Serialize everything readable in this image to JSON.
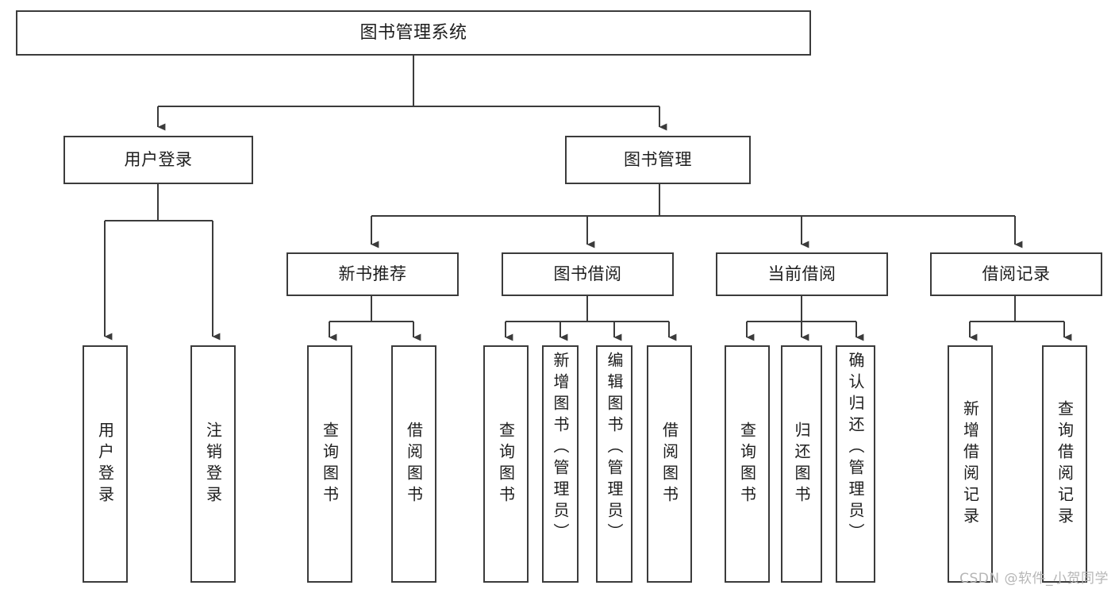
{
  "diagram": {
    "title": "图书管理系统",
    "type": "hierarchy-tree",
    "background_color": "#ffffff",
    "stroke_color": "#3b3b3b",
    "text_color": "#1d1d1d",
    "levels": 4,
    "root": {
      "label": "图书管理系统",
      "children": [
        {
          "label": "用户登录",
          "children": [
            {
              "label": "用户登录"
            },
            {
              "label": "注销登录"
            }
          ]
        },
        {
          "label": "图书管理",
          "children": [
            {
              "label": "新书推荐",
              "children": [
                {
                  "label": "查询图书"
                },
                {
                  "label": "借阅图书"
                }
              ]
            },
            {
              "label": "图书借阅",
              "children": [
                {
                  "label": "查询图书"
                },
                {
                  "label": "新增图书（管理员）"
                },
                {
                  "label": "编辑图书（管理员）"
                },
                {
                  "label": "借阅图书"
                }
              ]
            },
            {
              "label": "当前借阅",
              "children": [
                {
                  "label": "查询图书"
                },
                {
                  "label": "归还图书"
                },
                {
                  "label": "确认归还（管理员）"
                }
              ]
            },
            {
              "label": "借阅记录",
              "children": [
                {
                  "label": "新增借阅记录"
                },
                {
                  "label": "查询借阅记录"
                }
              ]
            }
          ]
        }
      ]
    }
  },
  "watermark": {
    "text": "CSDN @软件_小贺同学"
  }
}
